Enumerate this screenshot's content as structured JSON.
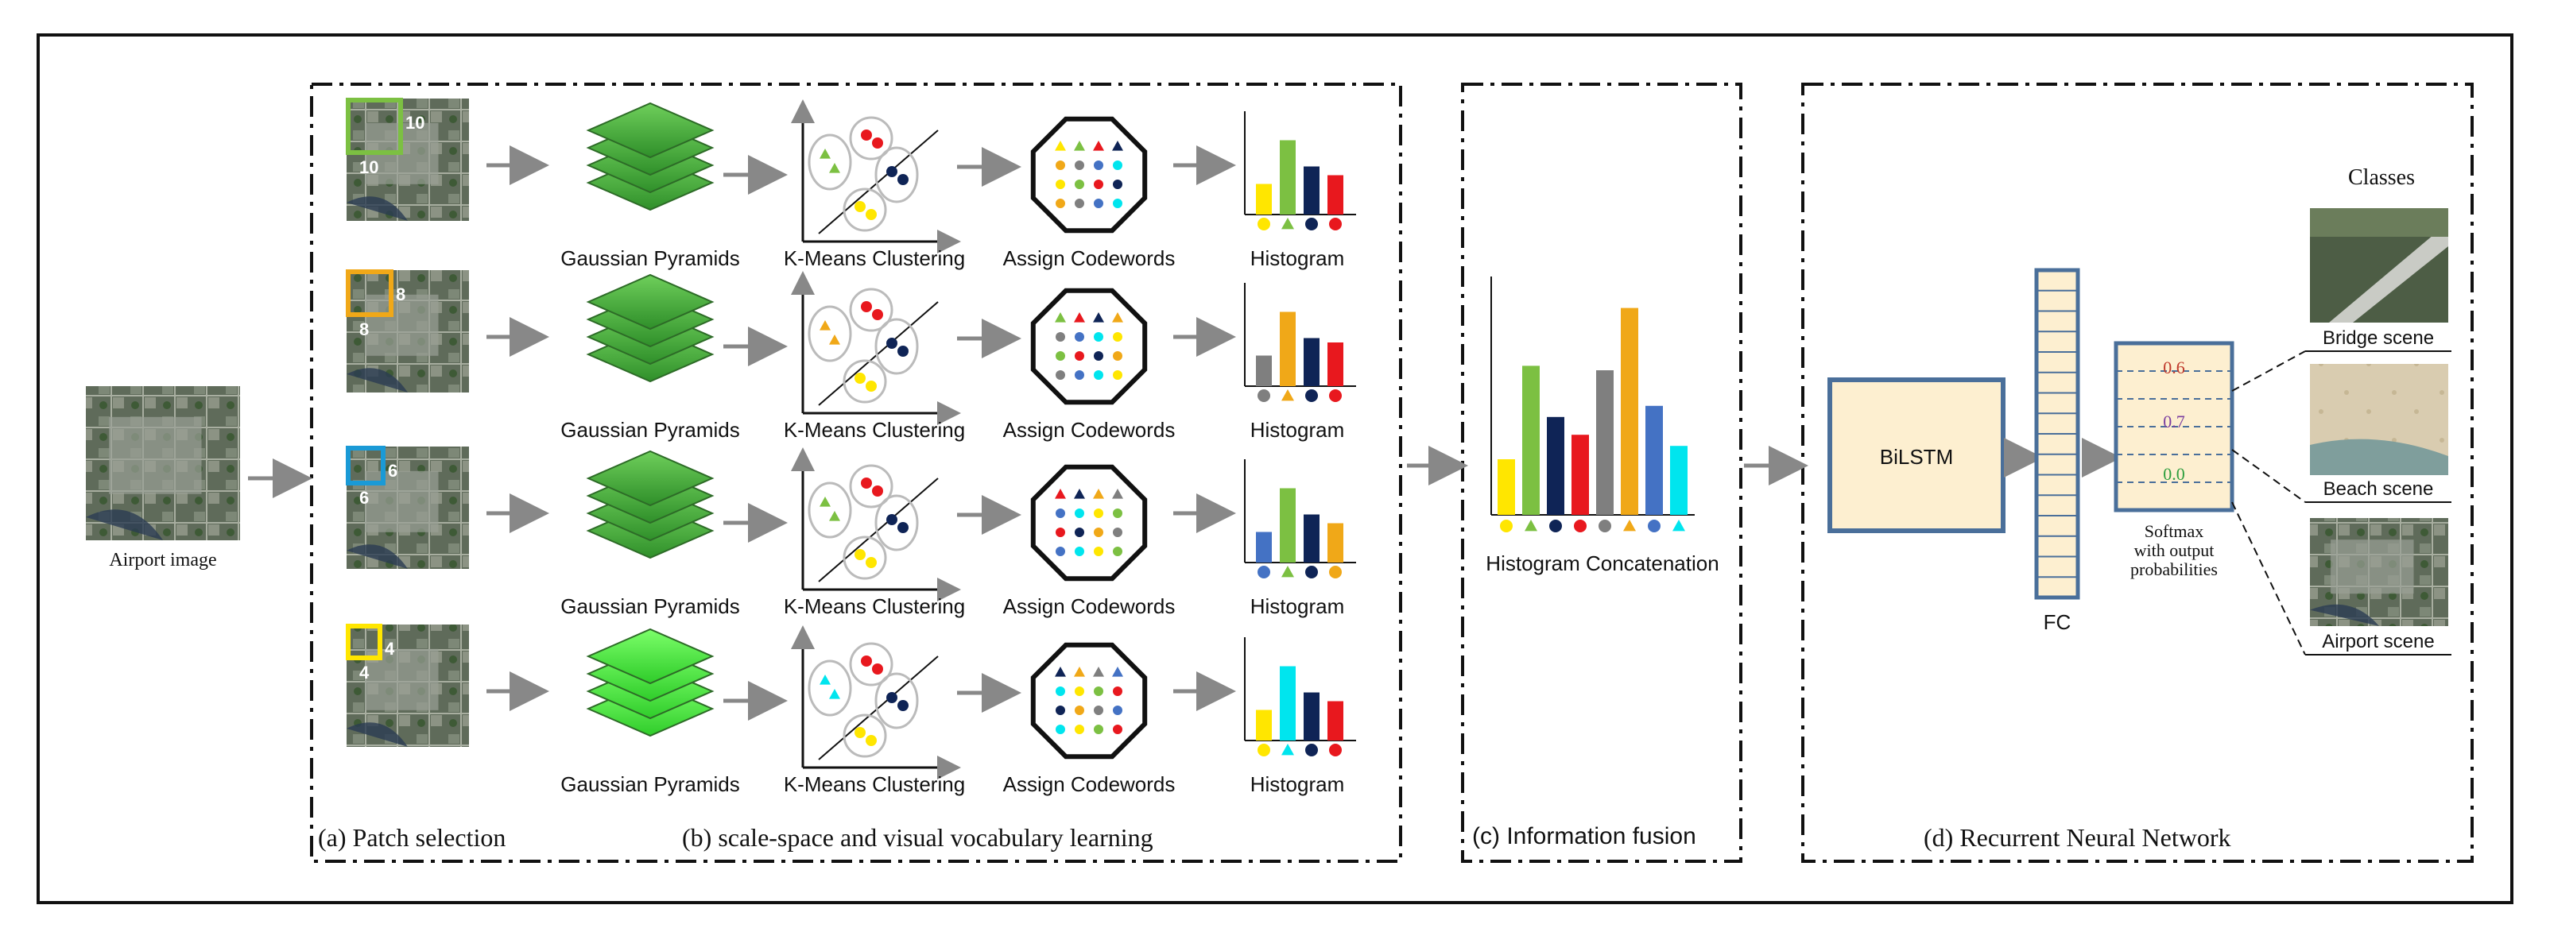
{
  "figure": {
    "airport_image_label": "Airport image",
    "sections": {
      "a": "(a) Patch selection",
      "b": "(b) scale-space and visual vocabulary learning",
      "c": "(c) Information fusion",
      "d": "(d) Recurrent Neural Network"
    },
    "rows": [
      {
        "patch_size": "10",
        "patch_color": "#7cc042",
        "pyramid_label": "Gaussian Pyramids",
        "kmeans_label": "K-Means Clustering",
        "codewords_label": "Assign Codewords",
        "histogram_label": "Histogram",
        "hist_colors": [
          "#ffe600",
          "#7cc042",
          "#0f2456",
          "#e8181e"
        ],
        "hist_values": [
          0.35,
          0.85,
          0.55,
          0.45
        ]
      },
      {
        "patch_size": "8",
        "patch_color": "#f0a818",
        "pyramid_label": "Gaussian Pyramids",
        "kmeans_label": "K-Means Clustering",
        "codewords_label": "Assign Codewords",
        "histogram_label": "Histogram",
        "hist_colors": [
          "#7f7f7f",
          "#f0a818",
          "#0f2456",
          "#e8181e"
        ],
        "hist_values": [
          0.35,
          0.85,
          0.55,
          0.5
        ]
      },
      {
        "patch_size": "6",
        "patch_color": "#1a9ad6",
        "pyramid_label": "Gaussian Pyramids",
        "kmeans_label": "K-Means Clustering",
        "codewords_label": "Assign Codewords",
        "histogram_label": "Histogram",
        "hist_colors": [
          "#4472c4",
          "#7cc042",
          "#0f2456",
          "#f0a818"
        ],
        "hist_values": [
          0.35,
          0.85,
          0.55,
          0.45
        ]
      },
      {
        "patch_size": "4",
        "patch_color": "#ffe600",
        "pyramid_label": "Gaussian Pyramids",
        "kmeans_label": "K-Means Clustering",
        "codewords_label": "Assign Codewords",
        "histogram_label": "Histogram",
        "hist_colors": [
          "#ffe600",
          "#00e5ee",
          "#0f2456",
          "#e8181e"
        ],
        "hist_values": [
          0.35,
          0.85,
          0.55,
          0.45
        ]
      }
    ],
    "concat": {
      "label": "Histogram Concatenation",
      "colors": [
        "#ffe600",
        "#7cc042",
        "#0f2456",
        "#e8181e",
        "#7f7f7f",
        "#f0a818",
        "#4472c4",
        "#00e5ee"
      ],
      "values": [
        0.25,
        0.67,
        0.44,
        0.36,
        0.65,
        0.93,
        0.49,
        0.31
      ]
    },
    "rnn": {
      "bilstm_label": "BiLSTM",
      "fc_label": "FC",
      "softmax_label_lines": [
        "Softmax",
        "with output",
        "probabilities"
      ],
      "probabilities": [
        "0.6",
        "0.7",
        "0.0"
      ],
      "prob_colors": [
        "#c0392b",
        "#7b3fa0",
        "#2e9e3e"
      ],
      "classes_title": "Classes",
      "classes": [
        "Bridge scene",
        "Beach scene",
        "Airport scene"
      ]
    }
  }
}
